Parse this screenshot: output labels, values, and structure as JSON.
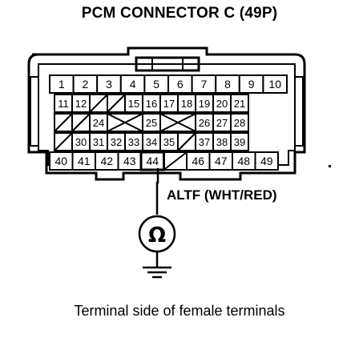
{
  "title": "PCM CONNECTOR C (49P)",
  "caption": "Terminal side of female terminals",
  "wire_label": "ALTF (WHT/RED)",
  "meter_symbol": "Ω",
  "connector": {
    "rows": [
      [
        "1",
        "2",
        "3",
        "4",
        "5",
        "6",
        "7",
        "8",
        "9",
        "10"
      ],
      [
        "11",
        "12",
        "",
        "",
        "15",
        "16",
        "17",
        "18",
        "19",
        "20",
        "21"
      ],
      [
        "",
        "",
        "24",
        "",
        "",
        "25",
        "",
        "",
        "26",
        "27",
        "28"
      ],
      [
        "",
        "30",
        "31",
        "32",
        "33",
        "34",
        "35",
        "",
        "37",
        "38",
        "39"
      ],
      [
        "40",
        "41",
        "42",
        "43",
        "44",
        "",
        "46",
        "47",
        "48",
        "49"
      ]
    ],
    "probe_terminal": "44"
  }
}
